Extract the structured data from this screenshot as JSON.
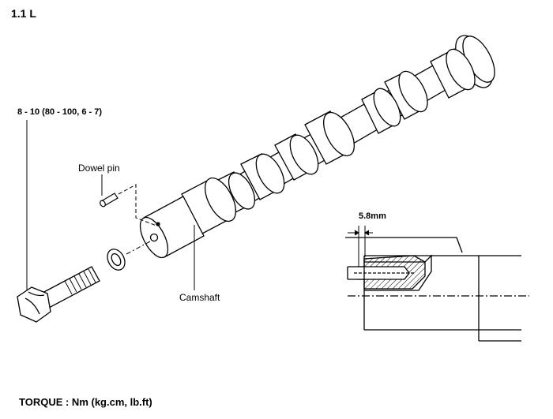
{
  "title": "1.1 L",
  "labels": {
    "bolt_torque": "8 - 10 (80 - 100, 6 - 7)",
    "dowel_pin": "Dowel pin",
    "camshaft": "Camshaft",
    "dimension": "5.8mm",
    "torque_units": "TORQUE : Nm (kg.cm, lb.ft)"
  }
}
